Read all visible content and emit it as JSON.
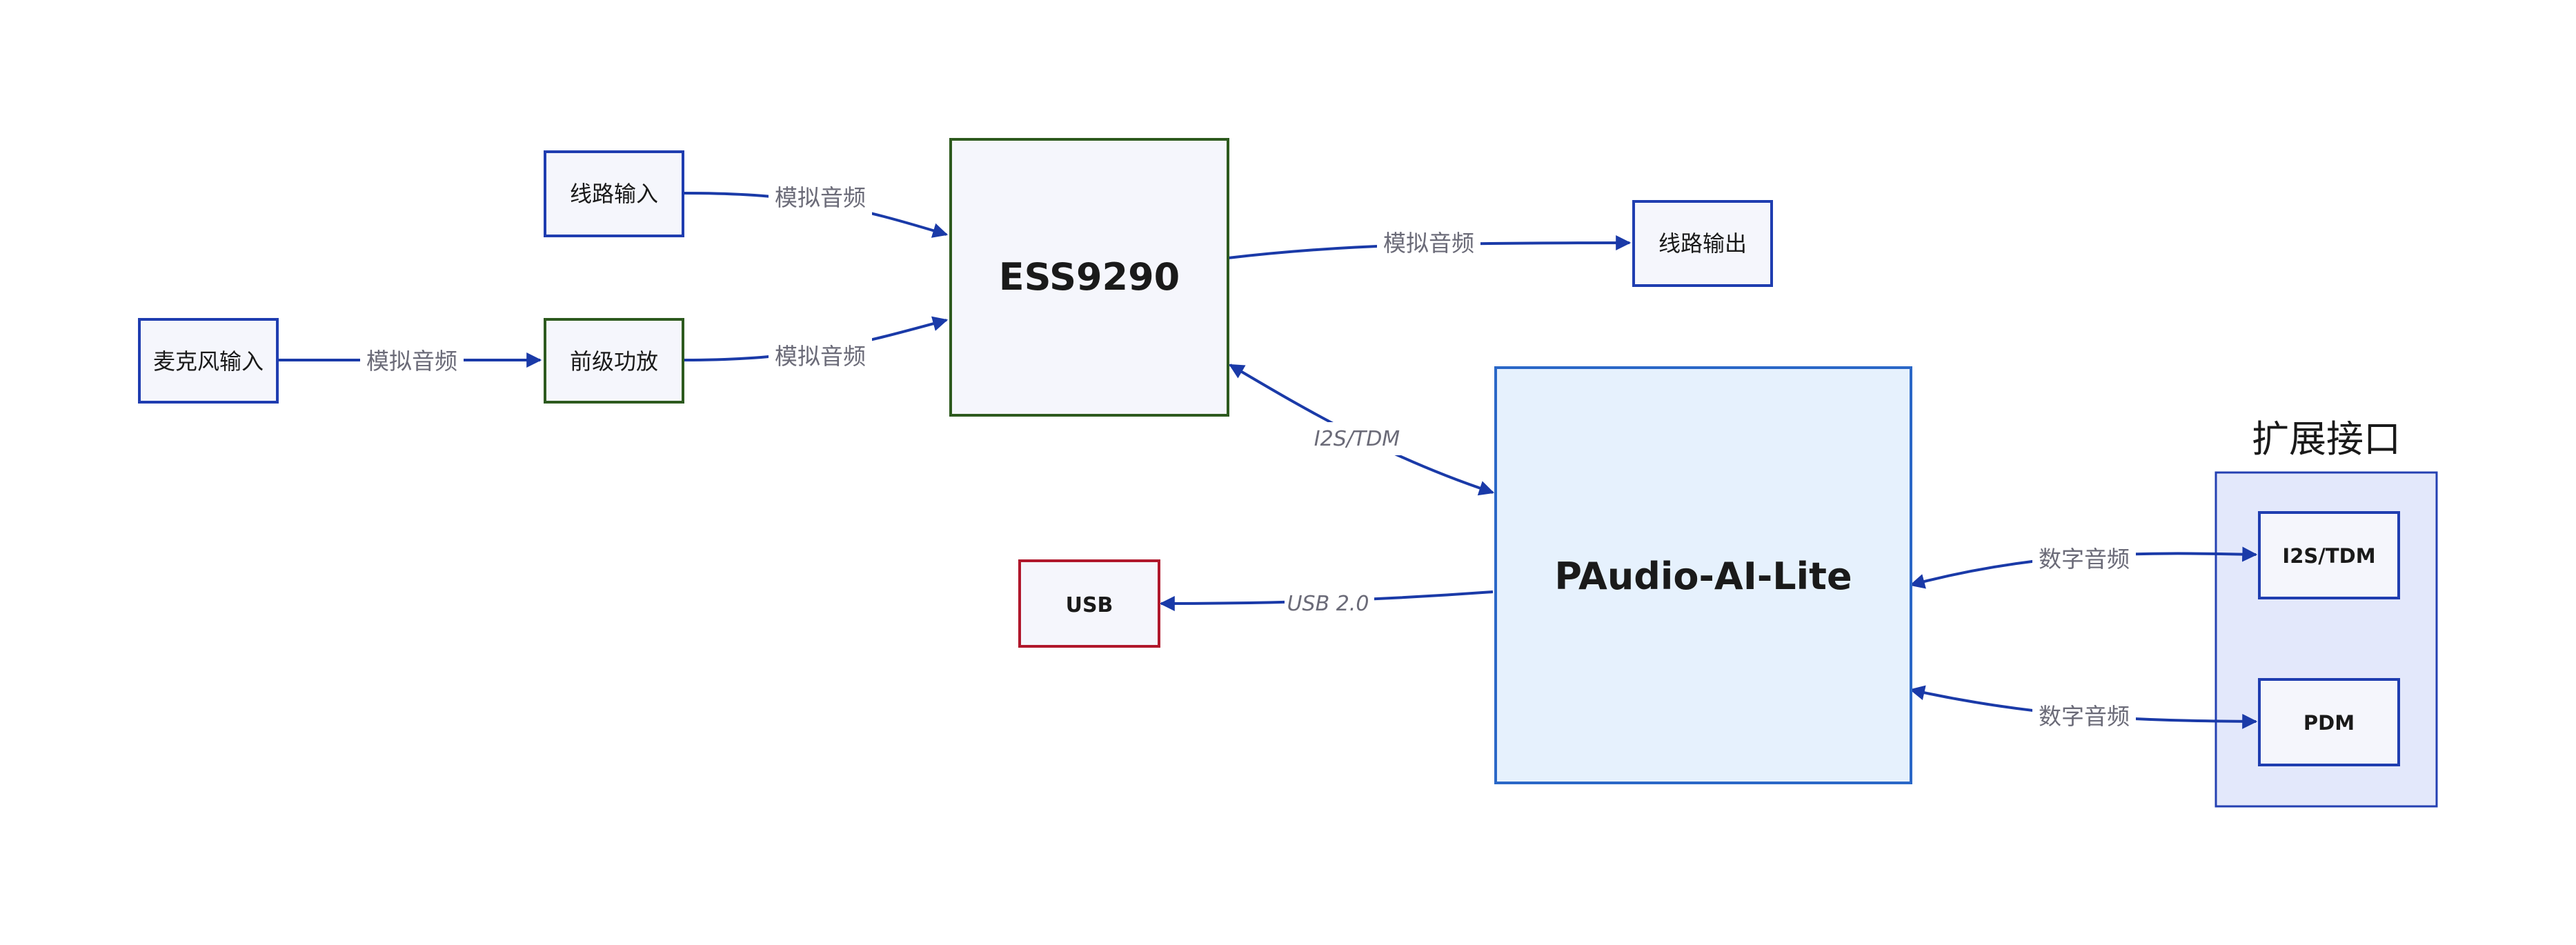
{
  "colors": {
    "edge": "#1a3aa8",
    "box_blue_stroke": "#1f3db0",
    "box_green_stroke": "#2d5a1e",
    "box_red_stroke": "#b0172b",
    "box_light_fill": "#f5f6fc",
    "main_fill": "#e6f1fd",
    "main_stroke": "#2a67c7",
    "group_fill": "#e3e8fb",
    "group_stroke": "#2440b2",
    "edge_label_text": "#6b6b78"
  },
  "nodes": {
    "mic_input": "麦克风输入",
    "line_input": "线路输入",
    "preamp": "前级功放",
    "ess9290": "ESS9290",
    "line_output": "线路输出",
    "usb": "USB",
    "paudio": "PAudio-AI-Lite",
    "i2s_tdm": "I2S/TDM",
    "pdm": "PDM"
  },
  "group": {
    "title": "扩展接口"
  },
  "edges": {
    "mic_to_preamp": "模拟音频",
    "line_in_to_ess": "模拟音频",
    "preamp_to_ess": "模拟音频",
    "ess_to_line_out": "模拟音频",
    "ess_paudio": "I2S/TDM",
    "paudio_usb": "USB 2.0",
    "paudio_i2s": "数字音频",
    "paudio_pdm": "数字音频"
  }
}
